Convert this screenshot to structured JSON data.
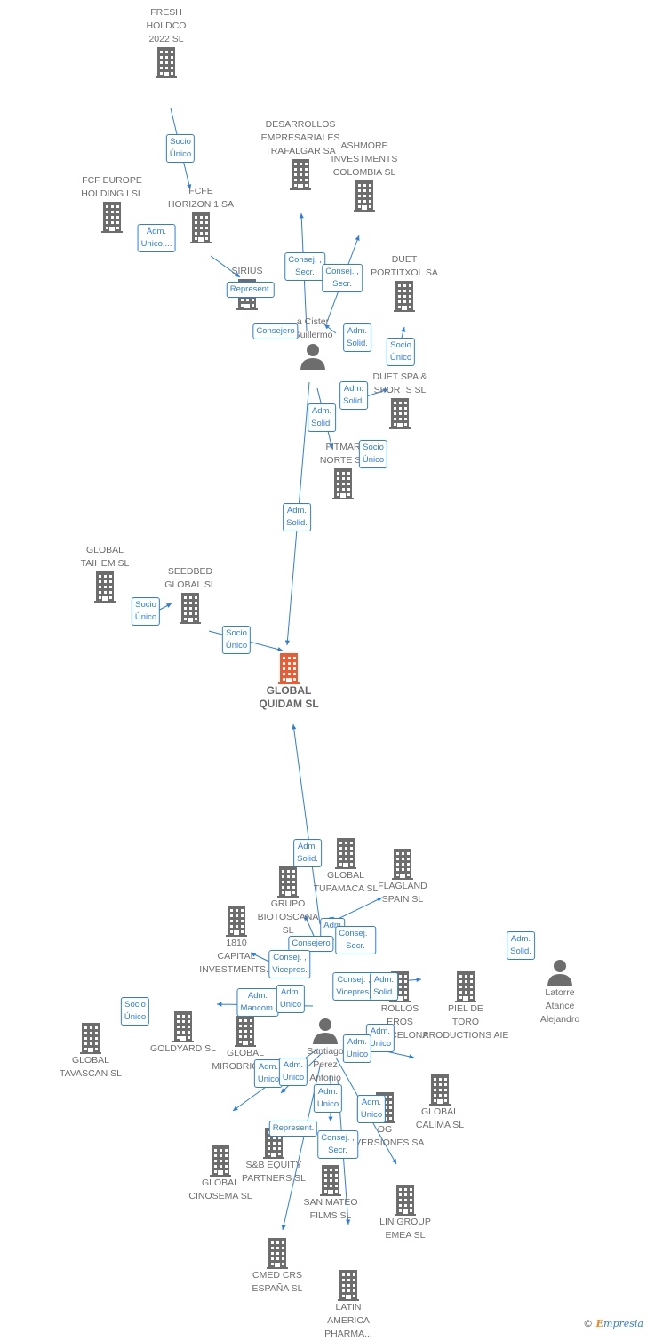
{
  "graph": {
    "main_node": {
      "id": "quidam",
      "label": "GLOBAL\nQUIDAM  SL",
      "color": "#f05a30"
    },
    "nodes": [
      {
        "id": "fresh",
        "label": "FRESH\nHOLDCO\n2022  SL",
        "type": "company"
      },
      {
        "id": "fcf_europe",
        "label": "FCF EUROPE\nHOLDING I  SL",
        "type": "company"
      },
      {
        "id": "fcfe",
        "label": "FCFE\nHORIZON 1 SA",
        "type": "company"
      },
      {
        "id": "desarrollos",
        "label": "DESARROLLOS\nEMPRESARIALES\nTRAFALGAR SA",
        "type": "company"
      },
      {
        "id": "ashmore",
        "label": "ASHMORE\nINVESTMENTS\nCOLOMBIA SL",
        "type": "company"
      },
      {
        "id": "sirius",
        "label": "SIRIUS",
        "type": "company"
      },
      {
        "id": "duet_port",
        "label": "DUET\nPORTITXOL SA",
        "type": "company"
      },
      {
        "id": "cister",
        "label": "a Cister\nGuillermo",
        "type": "person"
      },
      {
        "id": "duet_spa",
        "label": "DUET SPA &\nSPORTS SL",
        "type": "company"
      },
      {
        "id": "fitmar",
        "label": "FITMAR\nNORTE SL",
        "type": "company"
      },
      {
        "id": "taihem",
        "label": "GLOBAL\nTAIHEM SL",
        "type": "company"
      },
      {
        "id": "seedbed",
        "label": "SEEDBED\nGLOBAL  SL",
        "type": "company"
      },
      {
        "id": "grupo_bio",
        "label": "GRUPO\nBIOTOSCANA\nSL",
        "type": "company"
      },
      {
        "id": "tupamaca",
        "label": "GLOBAL\nTUPAMACA SL",
        "type": "company"
      },
      {
        "id": "flagland",
        "label": "FLAGLAND\nSPAIN SL",
        "type": "company"
      },
      {
        "id": "capital1810",
        "label": "1810\nCAPITAL\nINVESTMENTS...",
        "type": "company"
      },
      {
        "id": "desarr_bcn",
        "label": "ROLLOS\nEROS\nBARCELONA",
        "type": "company"
      },
      {
        "id": "piel",
        "label": "PIEL DE\nTORO\nPRODUCTIONS AIE",
        "type": "company"
      },
      {
        "id": "latorre",
        "label": "Latorre\nAtance\nAlejandro",
        "type": "person"
      },
      {
        "id": "tavascan",
        "label": "GLOBAL\nTAVASCAN  SL",
        "type": "company"
      },
      {
        "id": "goldyard",
        "label": "GOLDYARD SL",
        "type": "company"
      },
      {
        "id": "mirobriga",
        "label": "GLOBAL\nMIROBRIGA SL",
        "type": "company"
      },
      {
        "id": "santiago",
        "label": "Santiago\nPerez\nAntonio",
        "type": "person"
      },
      {
        "id": "calima",
        "label": "GLOBAL\nCALIMA SL",
        "type": "company"
      },
      {
        "id": "log_inv",
        "label": "OG\nINVERSIONES SA",
        "type": "company"
      },
      {
        "id": "sb_equity",
        "label": "S&B EQUITY\nPARTNERS  SL",
        "type": "company"
      },
      {
        "id": "cinosema",
        "label": "GLOBAL\nCINOSEMA SL",
        "type": "company"
      },
      {
        "id": "san_mateo",
        "label": "SAN MATEO\nFILMS SL",
        "type": "company"
      },
      {
        "id": "lin_group",
        "label": "LIN GROUP\nEMEA  SL",
        "type": "company"
      },
      {
        "id": "cmed",
        "label": "CMED CRS\nESPAÑA  SL",
        "type": "company"
      },
      {
        "id": "latin",
        "label": "LATIN\nAMERICA\nPHARMA...",
        "type": "company"
      }
    ],
    "badges": [
      "Socio\nÚnico",
      "Adm.\nUnico,...",
      "Represent.",
      "Consej. ,\nSecr.",
      "Consej. ,\nSecr.",
      "Consejero",
      "Adm.\nSolid.",
      "Socio\nÚnico",
      "Adm.\nSolid.",
      "Adm.\nSolid.",
      "Socio\nÚnico",
      "Adm.\nSolid.",
      "Socio\nÚnico",
      "Socio\nÚnico",
      "Adm.\nSolid.",
      "Adm\n..",
      "Consejero",
      "Consej. ,\nSecr.",
      "Consej. ,\nVicepres.",
      "Consej. ,\nVicepres.",
      "Adm.\nSolid.",
      "Adm.\nSolid.",
      "Adm.\nMancom.",
      "Adm.\nUnico",
      "Socio\nÚnico",
      "Adm.\nUnico",
      "Adm.\nUnico",
      "Adm.\nUnico",
      "Adm.\nUnico",
      "Adm.\nUnico",
      "Adm.\nUnico",
      "Represent.",
      "Consej. ,\nSecr.",
      "Adm.\nUnico"
    ]
  },
  "footer": {
    "copyright": "©",
    "brand_initial": "E",
    "brand_rest": "mpresia"
  },
  "colors": {
    "edge": "#2e7ed9",
    "node": "#6d6d6d",
    "main": "#f05a30"
  }
}
